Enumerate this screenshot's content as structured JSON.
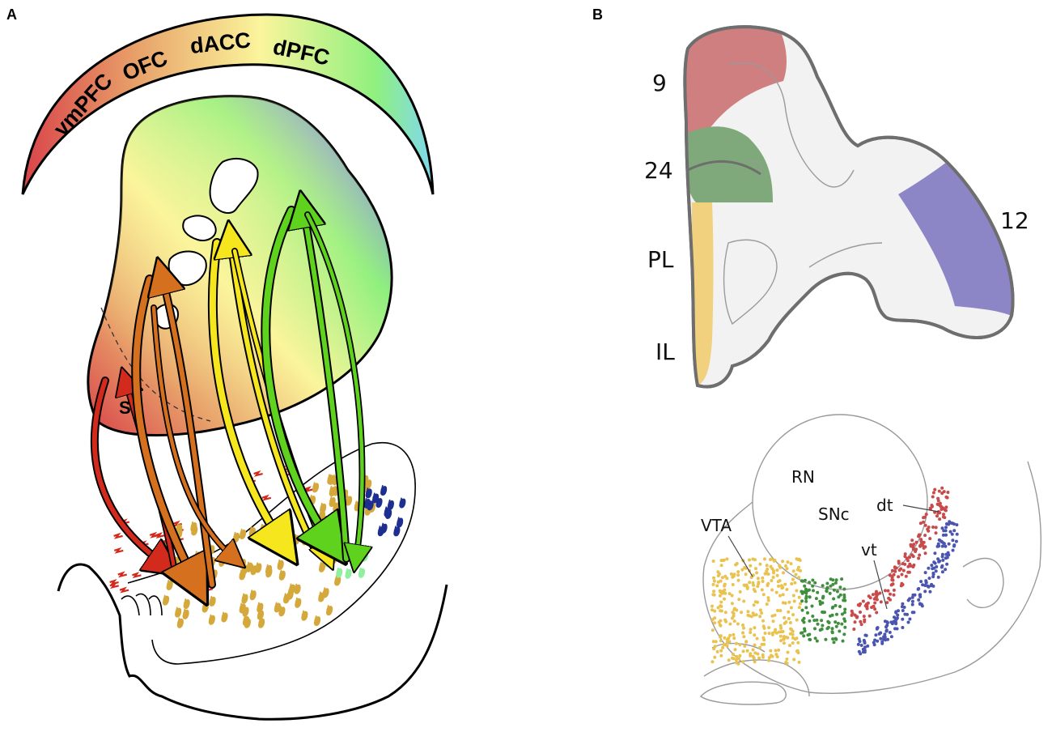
{
  "panel_a": {
    "letter": "A",
    "gradient_labels": [
      "vmPFC",
      "OFC",
      "dACC",
      "dPFC"
    ],
    "s_label": "S",
    "colors": {
      "vmPFC": "#d9434a",
      "OFC": "#e8a26a",
      "dACC": "#fbf59c",
      "dPFC": "#8ff07e",
      "blue": "#8c86ef"
    }
  },
  "panel_b": {
    "letter": "B",
    "cortex_labels": {
      "area9": "9",
      "area24": "24",
      "pl": "PL",
      "il": "IL",
      "area12": "12"
    },
    "midbrain_labels": {
      "rn": "RN",
      "snc": "SNc",
      "vta": "VTA",
      "dt": "dt",
      "vt": "vt"
    },
    "colors": {
      "area9": "#cf7f7f",
      "area24": "#7fa97a",
      "pl_il": "#f2d17e",
      "area12": "#8c86c6",
      "dots_yellow": "#e9c24f",
      "dots_green": "#3f8f3f",
      "dots_red": "#c84a4a",
      "dots_blue": "#4a55b0"
    }
  }
}
